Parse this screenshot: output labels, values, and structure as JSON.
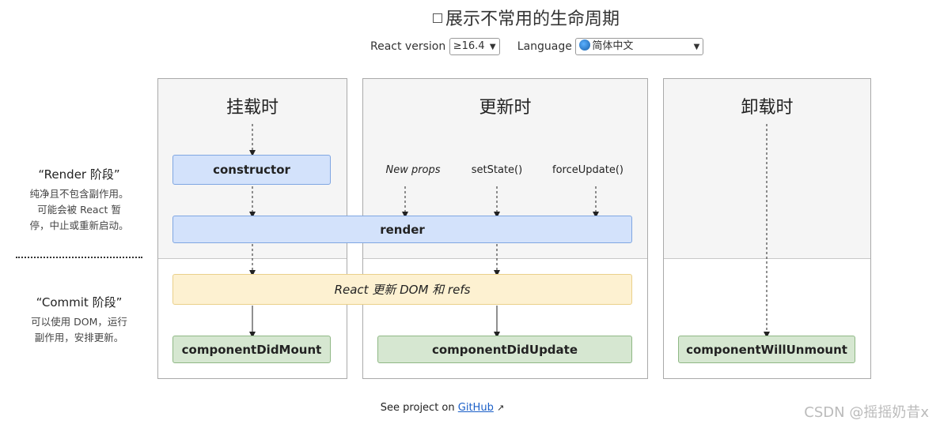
{
  "header": {
    "title": "展示不常用的生命周期",
    "react_version_label": "React version",
    "react_version_value": "≥16.4",
    "language_label": "Language",
    "language_value": "简体中文"
  },
  "phases": {
    "render": {
      "title": "“Render 阶段”",
      "desc_line1": "纯净且不包含副作用。",
      "desc_line2": "可能会被 React 暂",
      "desc_line3": "停，中止或重新启动。"
    },
    "commit": {
      "title": "“Commit 阶段”",
      "desc_line1": "可以使用 DOM，运行",
      "desc_line2": "副作用，安排更新。"
    }
  },
  "columns": {
    "mount": "挂载时",
    "update": "更新时",
    "unmount": "卸载时"
  },
  "triggers": {
    "new_props": "New props",
    "set_state": "setState()",
    "force_update": "forceUpdate()"
  },
  "nodes": {
    "constructor": "constructor",
    "render": "render",
    "react_update": "React 更新 DOM 和 refs",
    "did_mount": "componentDidMount",
    "did_update": "componentDidUpdate",
    "will_unmount": "componentWillUnmount"
  },
  "footer": {
    "prefix": "See project on",
    "link": "GitHub"
  },
  "watermark": "CSDN @摇摇奶昔x"
}
